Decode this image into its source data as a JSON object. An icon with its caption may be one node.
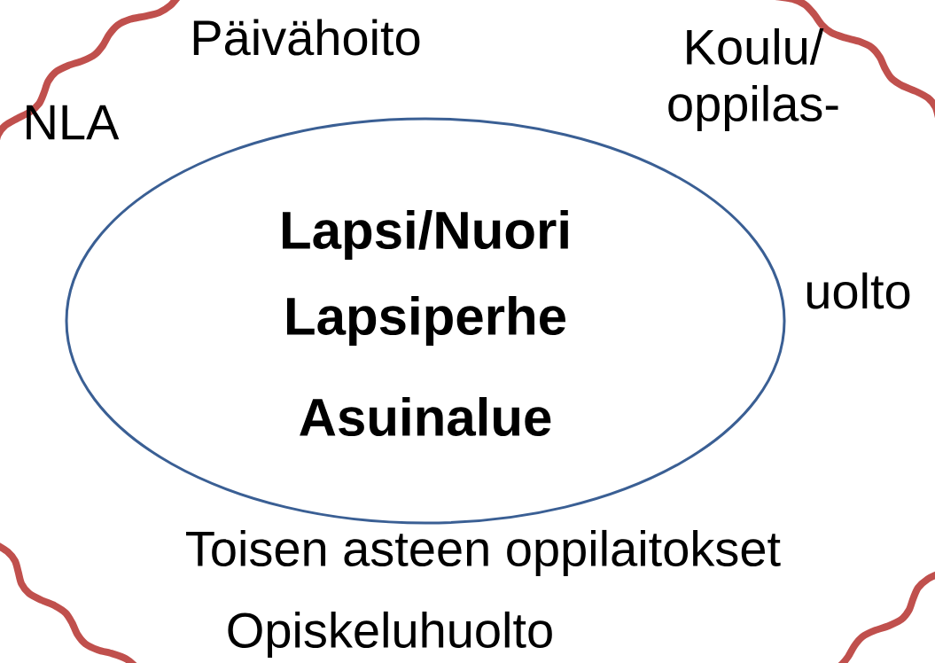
{
  "diagram": {
    "nodes": [
      {
        "text": [
          "Päivähoito",
          "NLA",
          "Koulu/ oppilas-",
          "uolto",
          "Toisen asteen oppilaitokset",
          "Opiskeluhuolto"
        ]
      },
      {
        "text": [
          "Lapsi/Nuori",
          "Lapsiperhe",
          "Asuinalue"
        ],
        "in": 0
      }
    ]
  }
}
